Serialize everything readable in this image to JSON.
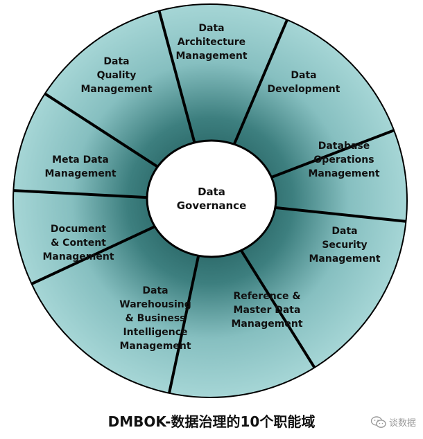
{
  "diagram": {
    "center": {
      "lines": [
        "Data",
        "Governance"
      ]
    },
    "segments": [
      {
        "id": "data-architecture-management",
        "lines": [
          "Data",
          "Architecture",
          "Management"
        ]
      },
      {
        "id": "data-development",
        "lines": [
          "Data",
          "Development"
        ]
      },
      {
        "id": "database-operations-management",
        "lines": [
          "Database",
          "Operations",
          "Management"
        ]
      },
      {
        "id": "data-security-management",
        "lines": [
          "Data",
          "Security",
          "Management"
        ]
      },
      {
        "id": "reference-master-data-management",
        "lines": [
          "Reference &",
          "Master Data",
          "Management"
        ]
      },
      {
        "id": "data-warehousing-bi-management",
        "lines": [
          "Data",
          "Warehousing",
          "& Business",
          "Intelligence",
          "Management"
        ]
      },
      {
        "id": "document-content-management",
        "lines": [
          "Document",
          "& Content",
          "Management"
        ]
      },
      {
        "id": "meta-data-management",
        "lines": [
          "Meta Data",
          "Management"
        ]
      },
      {
        "id": "data-quality-management",
        "lines": [
          "Data",
          "Quality",
          "Management"
        ]
      }
    ],
    "colors": {
      "segment_fill_edge": "#9ccfcf",
      "segment_fill_inner": "#134a4a",
      "outline": "#000000",
      "center_fill": "#ffffff"
    }
  },
  "caption": "DMBOK-数据治理的10个职能域",
  "watermark": {
    "icon": "wechat-icon",
    "text": "谈数据"
  }
}
